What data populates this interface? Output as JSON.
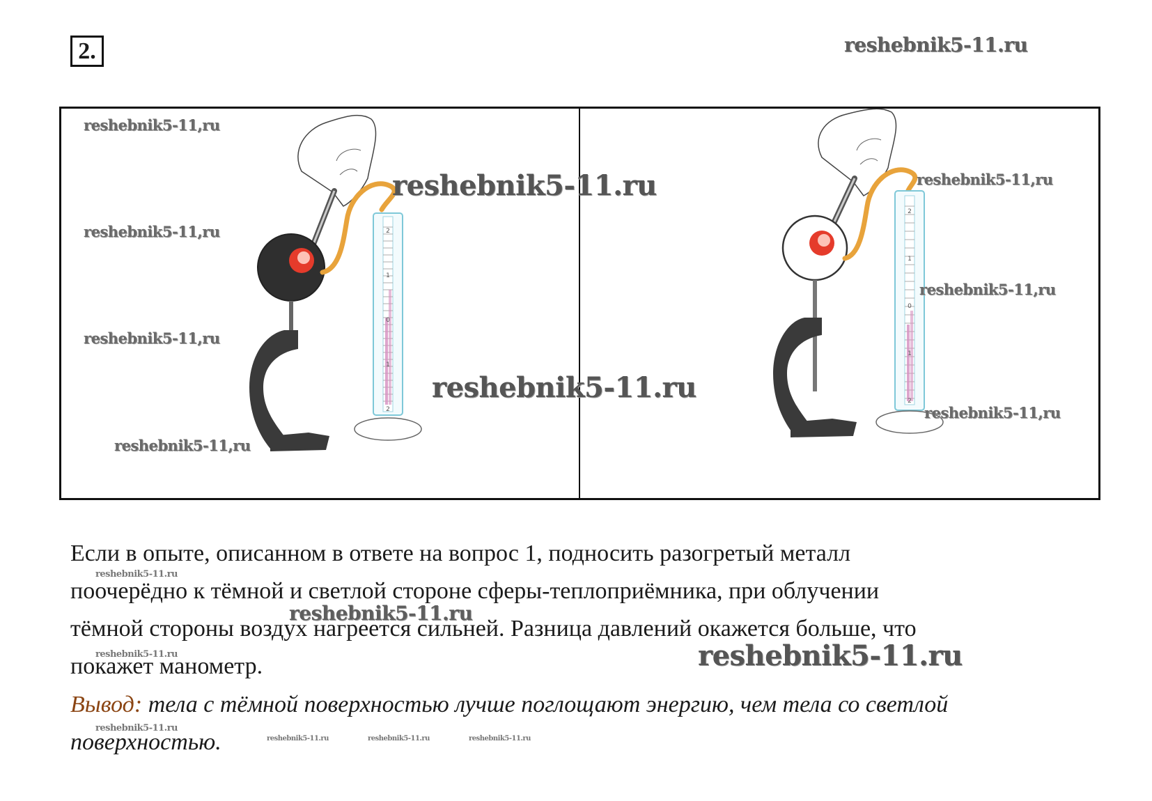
{
  "question_number": "2.",
  "watermark": "reshebnik5-11.ru",
  "watermark_alt": "reshebnik5-11,ru",
  "figure": {
    "left_panel": {
      "sphere_surface": "dark",
      "scale_ticks": [
        "2",
        "1",
        "0",
        "1",
        "2"
      ]
    },
    "right_panel": {
      "sphere_surface": "light",
      "scale_ticks": [
        "2",
        "1",
        "0",
        "1",
        "2"
      ]
    }
  },
  "text": {
    "line1": "Если в опыте, описанном в ответе на вопрос 1, подносить разогретый металл",
    "line2": "поочерёдно к тёмной и светлой стороне сферы-теплоприёмника, при облучении",
    "line3": "тёмной стороны воздух нагреется сильней. Разница давлений окажется больше, что",
    "line4": "покажет манометр.",
    "conclusion_label": "Вывод:",
    "conclusion_text_1": " тела с тёмной поверхностью лучше поглощают энергию, чем тела со светлой",
    "conclusion_text_2": "поверхностью."
  },
  "colors": {
    "conclusion_label": "#8b4513",
    "watermark": "#666666",
    "tube_fluid": "#d68fc0",
    "tube_outline": "#7ec8d8",
    "hose": "#e8a33b",
    "heated_metal": "#e53b2b",
    "stand": "#3a3a3a"
  }
}
